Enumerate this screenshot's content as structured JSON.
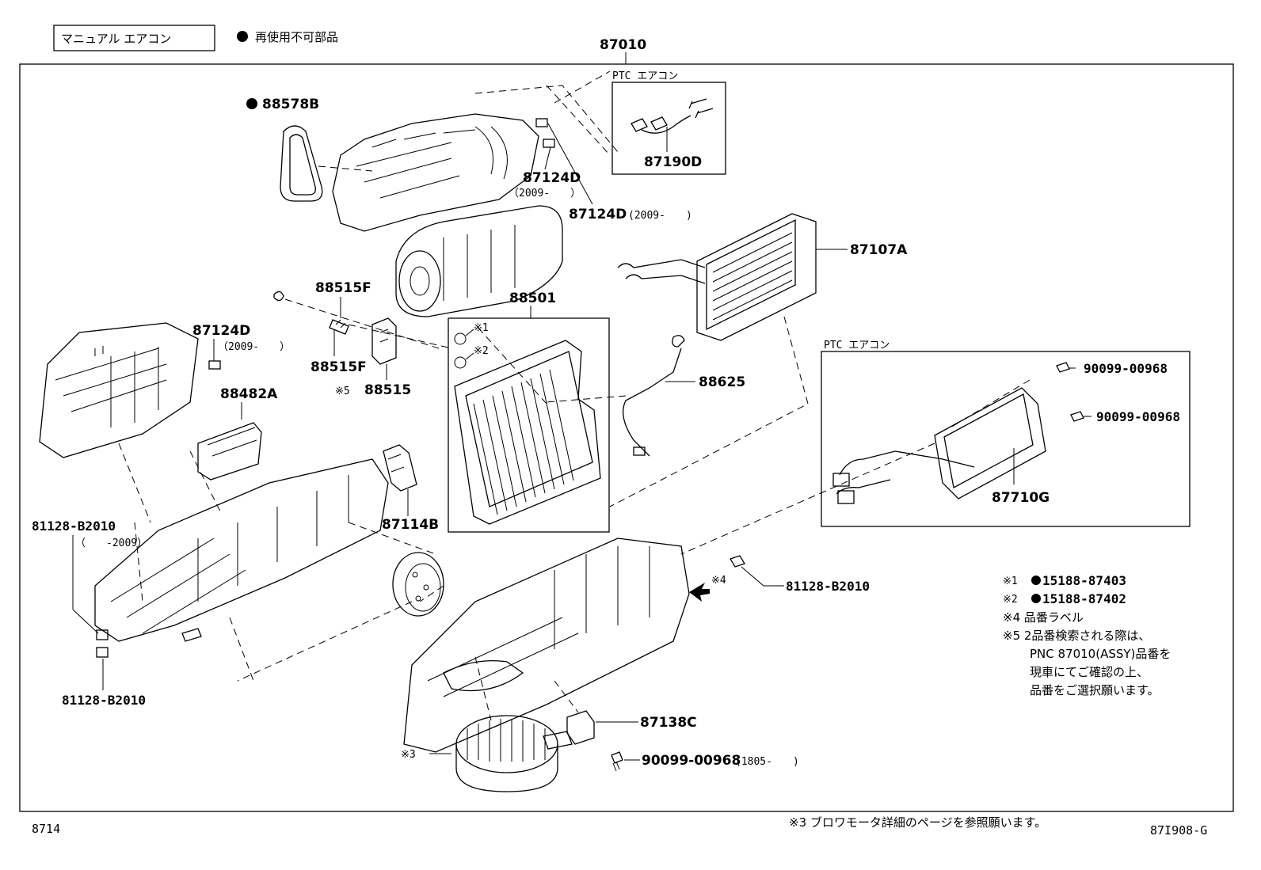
{
  "header": {
    "title_box": "マニュアル エアコン",
    "legend_text": "再使用不可部品"
  },
  "assembly": {
    "number": "87010"
  },
  "ptc_upper": {
    "title": "PTC エアコン",
    "part": "87190D"
  },
  "ptc_lower": {
    "title": "PTC エアコン",
    "part": "87710G",
    "screw1": "90099-00968",
    "screw2": "90099-00968"
  },
  "parts": {
    "p88578B": "88578B",
    "p87124D_a": "87124D",
    "p87124D_a_date": "（2009-　　）",
    "p87124D_b": "87124D",
    "p87124D_b_date": "(2009-　　)",
    "p87107A": "87107A",
    "p88501": "88501",
    "ref1": "※1",
    "ref2": "※2",
    "p88515F_top": "88515F",
    "p88515F_bot": "88515F",
    "ref5": "※5",
    "p88515": "88515",
    "p87124D_c": "87124D",
    "p87124D_c_date": "（2009-　　）",
    "p88482A": "88482A",
    "p88625": "88625",
    "p87114B": "87114B",
    "p81128_left_top": "81128-B2010",
    "p81128_left_top_date": "（　　-2009）",
    "p81128_left_bot": "81128-B2010",
    "ref4": "※4",
    "p81128_right": "81128-B2010",
    "p87138C": "87138C",
    "ref3": "※3",
    "p90099_bottom": "90099-00968",
    "p90099_bottom_date": "(1805-　　)"
  },
  "notes": {
    "n1_mark": "※1",
    "n1_part": "15188-87403",
    "n2_mark": "※2",
    "n2_part": "15188-87402",
    "n4": "※4 品番ラベル",
    "n5_l1": "※5 2品番検索される際は、",
    "n5_l2": "PNC 87010(ASSY)品番を",
    "n5_l3": "現車にてご確認の上、",
    "n5_l4": "品番をご選択願います。"
  },
  "footer": {
    "page_code": "8714",
    "note": "※3 ブロワモータ詳細のページを参照願います。",
    "figure_id": "87I908-G"
  }
}
